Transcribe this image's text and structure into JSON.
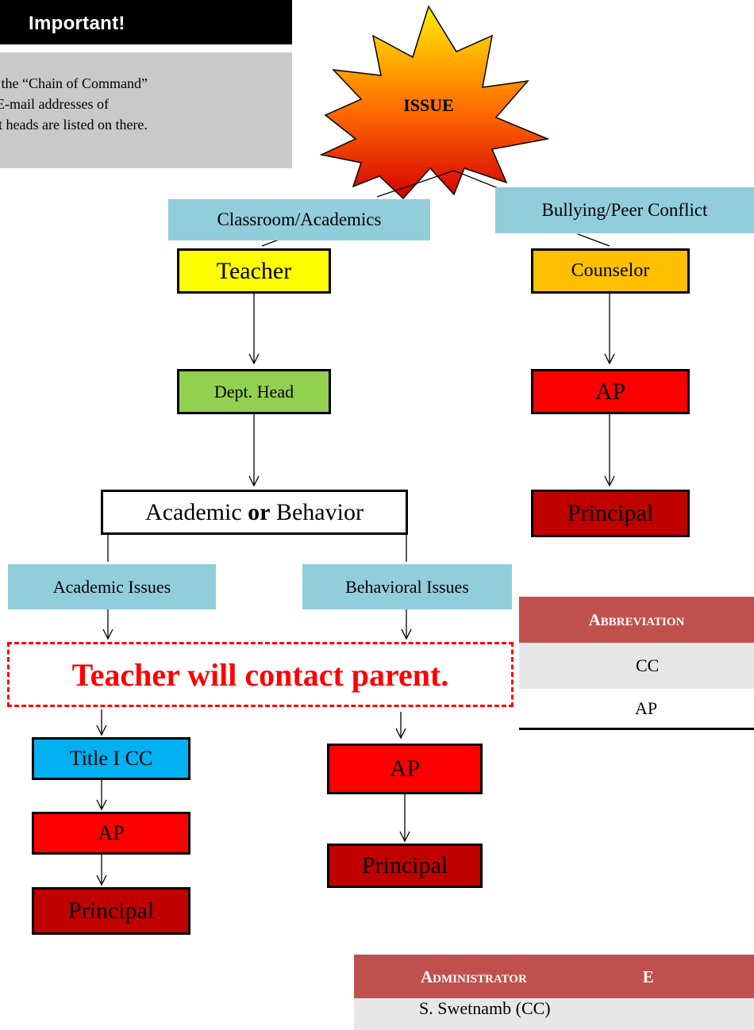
{
  "important": {
    "title": "Important!",
    "lines": [
      "ead the “Chain of Command”",
      "nt.    E-mail addresses of",
      "nent heads are listed on there."
    ]
  },
  "issue_label": "ISSUE",
  "branches": {
    "classroom": "Classroom/Academics",
    "bullying": "Bullying/Peer Conflict"
  },
  "left_flow": {
    "teacher": "Teacher",
    "dept_head": "Dept. Head",
    "decision_prefix": "Academic ",
    "decision_or": "or",
    "decision_suffix": " Behavior",
    "academic_issues": "Academic Issues",
    "behavioral_issues": "Behavioral Issues",
    "contact": "Teacher will contact parent.",
    "title_cc": "Title I CC",
    "ap_left": "AP",
    "principal_left": "Principal",
    "ap_mid": "AP",
    "principal_mid": "Principal"
  },
  "right_flow": {
    "counselor": "Counselor",
    "ap": "AP",
    "principal": "Principal"
  },
  "abbrev_table": {
    "header": "Abbreviation",
    "rows": [
      "CC",
      "AP"
    ]
  },
  "admin_table": {
    "header": "Administrator",
    "header2": "E",
    "row1": "S. Swetnamb (CC)"
  },
  "colors": {
    "teacher": "#ffff00",
    "dept_head": "#92d050",
    "counselor": "#ffc000",
    "ap": "#ff0000",
    "principal": "#c00000",
    "title_cc": "#00b0f0",
    "label": "#92cddc",
    "table_header": "#c0504d",
    "table_band": "#e7e7e7"
  }
}
